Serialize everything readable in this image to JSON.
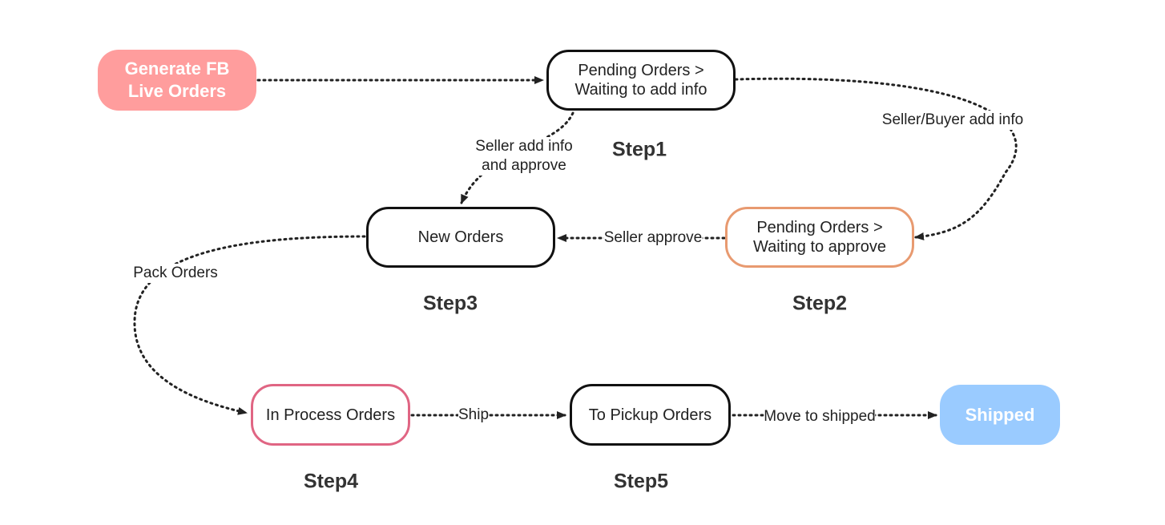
{
  "colors": {
    "generate_fill": "#FF9D9D",
    "shipped_fill": "#9ACBFF",
    "step2_border": "#E89A70",
    "step4_border": "#E06583",
    "default_border": "#111111",
    "edge": "#222222"
  },
  "nodes": {
    "generate": "Generate FB\nLive Orders",
    "step1": "Pending Orders >\nWaiting to add info",
    "step2": "Pending Orders >\nWaiting to approve",
    "step3": "New Orders",
    "step4": "In Process Orders",
    "step5": "To Pickup Orders",
    "shipped": "Shipped"
  },
  "edges": {
    "seller_buyer_add_info": "Seller/Buyer add info",
    "seller_add_info_approve": "Seller add info\nand approve",
    "seller_approve": "Seller approve",
    "pack_orders": "Pack Orders",
    "ship": "Ship",
    "move_to_shipped": "Move to shipped"
  },
  "steps": {
    "step1": "Step1",
    "step2": "Step2",
    "step3": "Step3",
    "step4": "Step4",
    "step5": "Step5"
  }
}
